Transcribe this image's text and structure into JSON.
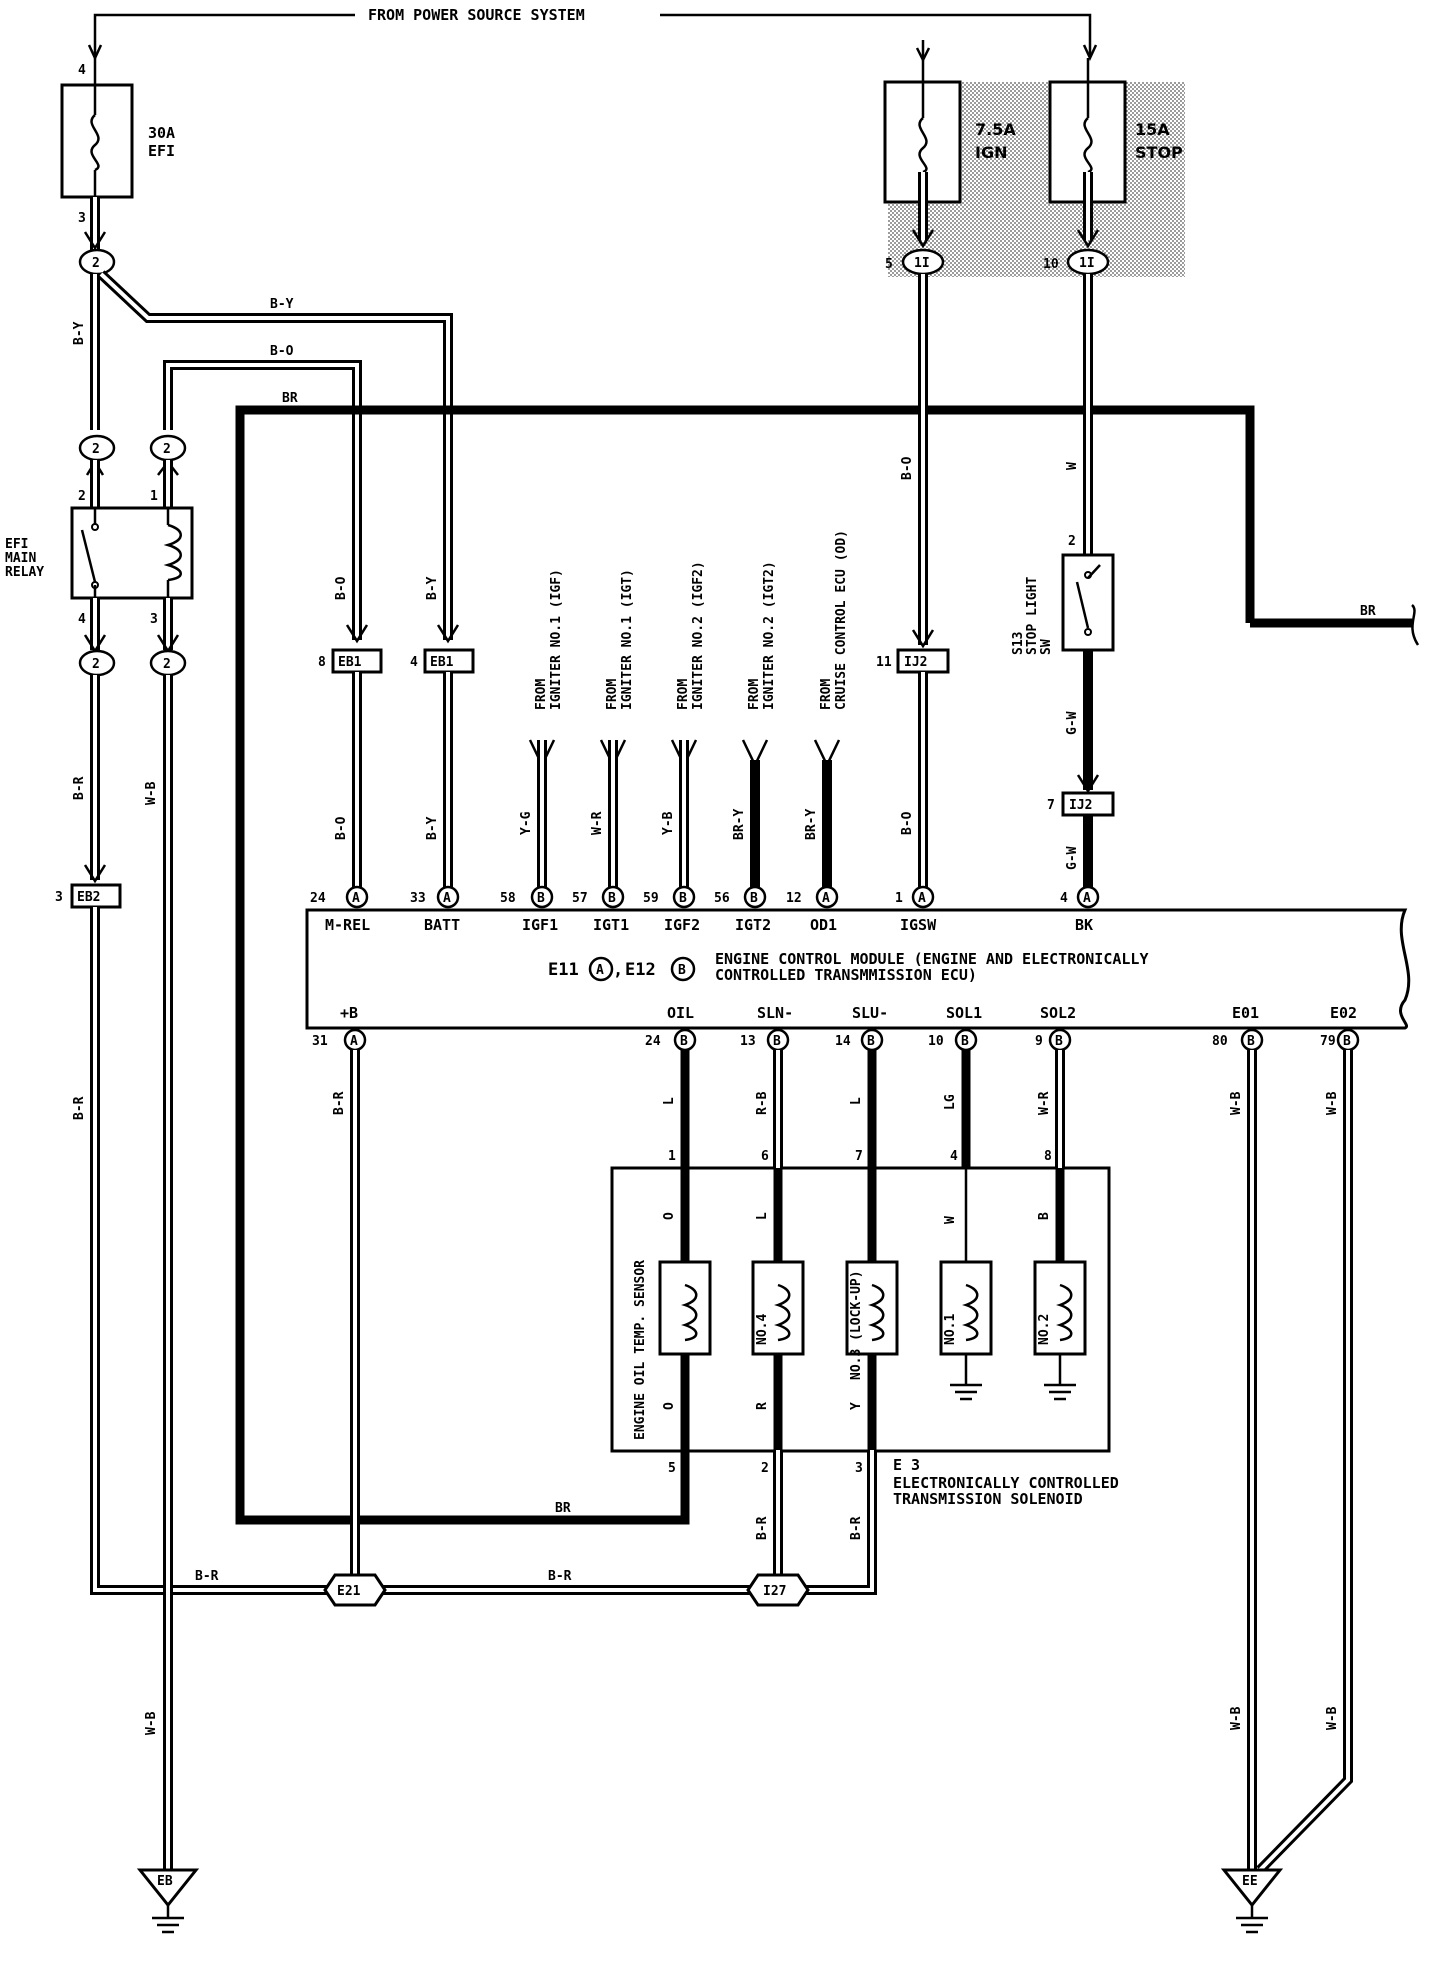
{
  "header": {
    "power_source": "FROM POWER SOURCE SYSTEM"
  },
  "fuses": {
    "efi": {
      "rating": "30A",
      "name": "EFI",
      "pin_in": "4",
      "pin_out": "3"
    },
    "ign": {
      "rating": "7.5A",
      "name": "IGN"
    },
    "stop": {
      "rating": "15A",
      "name": "STOP"
    }
  },
  "relay": {
    "line1": "EFI",
    "line2": "MAIN",
    "line3": "RELAY",
    "pins": {
      "p2": "2",
      "p1": "1",
      "p4": "4",
      "p3": "3"
    }
  },
  "junctions": {
    "j2": "2",
    "j1i": "1I",
    "eb1": "EB1",
    "eb2": "EB2",
    "ij2": "IJ2",
    "e21": "E21",
    "i27": "I27",
    "eb": "EB",
    "ee": "EE"
  },
  "pin_numbers": {
    "p5": "5",
    "p10": "10",
    "p8": "8",
    "p4": "4",
    "p11": "11",
    "p7": "7",
    "p3": "3",
    "p2": "2"
  },
  "wires": {
    "by": "B-Y",
    "bo": "B-O",
    "br": "BR",
    "brr": "B-R",
    "wb": "W-B",
    "w": "W",
    "gw": "G-W",
    "yg": "Y-G",
    "wr": "W-R",
    "yb": "Y-B",
    "bry": "BR-Y",
    "l": "L",
    "rb": "R-B",
    "lg": "LG",
    "o": "O",
    "r": "R",
    "y": "Y",
    "b": "B"
  },
  "inputs": [
    {
      "from": "FROM",
      "src": "IGNITER NO.1 (IGF)",
      "wire": "Y-G",
      "pin": "58",
      "conn": "B",
      "name": "IGF1"
    },
    {
      "from": "FROM",
      "src": "IGNITER NO.1 (IGT)",
      "wire": "W-R",
      "pin": "57",
      "conn": "B",
      "name": "IGT1"
    },
    {
      "from": "FROM",
      "src": "IGNITER NO.2 (IGF2)",
      "wire": "Y-B",
      "pin": "59",
      "conn": "B",
      "name": "IGF2"
    },
    {
      "from": "FROM",
      "src": "IGNITER NO.2 (IGT2)",
      "wire": "BR-Y",
      "pin": "56",
      "conn": "B",
      "name": "IGT2"
    },
    {
      "from": "FROM",
      "src": "CRUISE CONTROL ECU (OD)",
      "wire": "BR-Y",
      "pin": "12",
      "conn": "A",
      "name": "OD1"
    }
  ],
  "ecm": {
    "top_pins": [
      {
        "pin": "24",
        "conn": "A",
        "name": "M-REL"
      },
      {
        "pin": "33",
        "conn": "A",
        "name": "BATT"
      },
      {
        "pin": "1",
        "conn": "A",
        "name": "IGSW"
      },
      {
        "pin": "4",
        "conn": "A",
        "name": "BK"
      }
    ],
    "bottom_pins": [
      {
        "pin": "31",
        "conn": "A",
        "name": "+B"
      },
      {
        "pin": "24",
        "conn": "B",
        "name": "OIL"
      },
      {
        "pin": "13",
        "conn": "B",
        "name": "SLN-"
      },
      {
        "pin": "14",
        "conn": "B",
        "name": "SLU-"
      },
      {
        "pin": "10",
        "conn": "B",
        "name": "SOL1"
      },
      {
        "pin": "9",
        "conn": "B",
        "name": "SOL2"
      },
      {
        "pin": "80",
        "conn": "B",
        "name": "E01"
      },
      {
        "pin": "79",
        "conn": "B",
        "name": "E02"
      }
    ],
    "id_e11": "E11",
    "id_e12": "E12",
    "conn_a": "A",
    "conn_b": "B",
    "sep": ",",
    "title1": "ENGINE CONTROL MODULE (ENGINE AND ELECTRONICALLY",
    "title2": "CONTROLLED TRANSMMISSION ECU)"
  },
  "stop_switch": {
    "id": "S13",
    "line1": "STOP LIGHT",
    "line2": "SW",
    "pin_top": "2"
  },
  "solenoid": {
    "id": "E 3",
    "title1": "ELECTRONICALLY CONTROLLED",
    "title2": "TRANSMISSION SOLENOID",
    "sensor_label": "ENGINE OIL TEMP. SENSOR",
    "coils": [
      "NO.4",
      "NO.3 (LOCK-UP)",
      "NO.1",
      "NO.2"
    ],
    "pins_top": [
      "1",
      "6",
      "7",
      "4",
      "8"
    ],
    "pins_bottom": [
      "5",
      "2",
      "3"
    ]
  }
}
